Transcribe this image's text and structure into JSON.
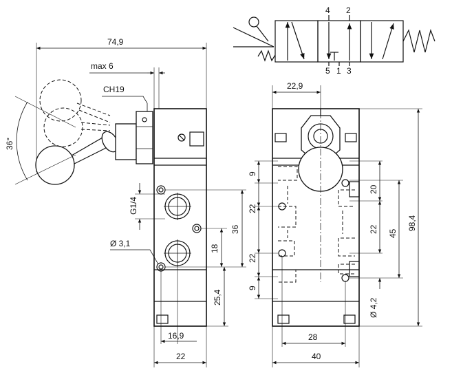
{
  "symbol": {
    "port_top_left": "4",
    "port_top_right": "2",
    "port_bottom_left": "5",
    "port_bottom_mid": "1",
    "port_bottom_right": "3"
  },
  "side_view": {
    "overall_width": "74,9",
    "max_label": "max 6",
    "wrench_label": "CH19",
    "angle_label": "36°",
    "port_thread": "G1/4",
    "hole_dia": "Ø 3,1",
    "dim_36": "36",
    "dim_18": "18",
    "dim_25_4": "25,4",
    "dim_16_9": "16,9",
    "dim_22_bottom": "22"
  },
  "front_view": {
    "top_dim": "22,9",
    "dim_9_top": "9",
    "dim_22_a": "22",
    "dim_22_b": "22",
    "dim_9_bottom": "9",
    "dim_20": "20",
    "dim_22_right": "22",
    "dim_45": "45",
    "dim_98_4": "98,4",
    "hole_dia": "Ø 4,2",
    "dim_28": "28",
    "dim_40": "40"
  }
}
